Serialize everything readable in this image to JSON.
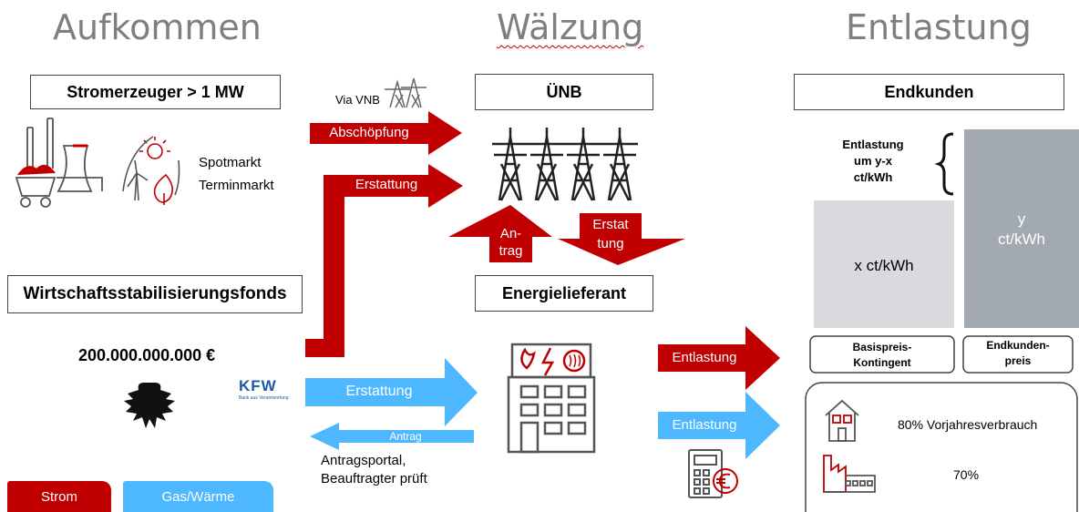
{
  "headings": {
    "left": "Aufkommen",
    "center": "Wälzung",
    "right": "Entlastung"
  },
  "boxes": {
    "producer": "Stromerzeuger > 1 MW",
    "tso": "ÜNB",
    "end_customers": "Endkunden",
    "fund": "Wirtschaftsstabilisierungsfonds",
    "supplier": "Energielieferant"
  },
  "producer_markets": {
    "spot": "Spotmarkt",
    "forward": "Terminmarkt"
  },
  "via_vnb": "Via VNB",
  "arrows": {
    "skim": "Abschöpfung",
    "refund_top": "Erstattung",
    "request": [
      "An-",
      "trag"
    ],
    "refund_down": [
      "Erstat",
      "tung"
    ],
    "refund_gas": "Erstattung",
    "request_gas": "Antrag",
    "relief_power": "Entlastung",
    "relief_gas": "Entlastung"
  },
  "fund_amount": "200.000.000.000 €",
  "kfw": {
    "logo": "KFW",
    "tagline": "Bank aus Verantwortung"
  },
  "portal_text": [
    "Antragsportal,",
    "Beauftragter prüft"
  ],
  "relief_label": [
    "Entlastung",
    "um y-x",
    "ct/kWh"
  ],
  "bars": {
    "base": "x ct/kWh",
    "end": [
      "y",
      "ct/kWh"
    ]
  },
  "bar_labels": {
    "base": [
      "Basispreis-",
      "Kontingent"
    ],
    "end": [
      "Endkunden-",
      "preis"
    ]
  },
  "quotas": {
    "household": "80% Vorjahresverbrauch",
    "industry": "70%"
  },
  "legend": {
    "power": "Strom",
    "gas": "Gas/Wärme"
  },
  "colors": {
    "power": "#c00000",
    "gas": "#4db8ff",
    "heading": "#7f7f7f",
    "bar_light": "#d9dadd",
    "bar_dark": "#a3a9b0"
  },
  "icons": [
    "power-plant-icon",
    "renewables-icon",
    "transmission-tower-icon",
    "supplier-building-icon",
    "eagle-icon",
    "calculator-euro-icon",
    "house-icon",
    "factory-icon"
  ]
}
